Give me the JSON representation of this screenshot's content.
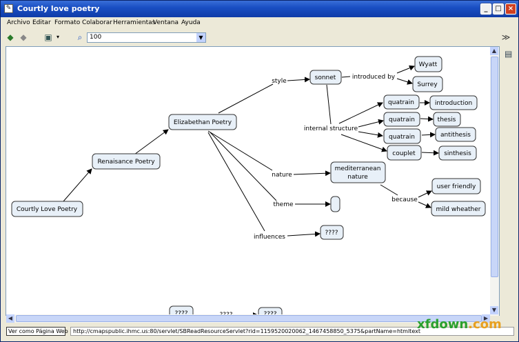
{
  "window": {
    "title": "Courtly love poetry",
    "min": "_",
    "max": "□",
    "close": "×"
  },
  "menu": [
    "Archivo",
    "Editar",
    "Formato",
    "Colaborar",
    "Herramientas",
    "Ventana",
    "Ayuda"
  ],
  "toolbar": {
    "zoom_value": "100"
  },
  "concepts": {
    "clp": "Courtly Love Poetry",
    "ren": "Renaisance Poetry",
    "eliz": "Elizabethan Poetry",
    "sonnet": "sonnet",
    "wyatt": "Wyatt",
    "surrey": "Surrey",
    "q1": "quatrain",
    "q2": "quatrain",
    "q3": "quatrain",
    "couplet": "couplet",
    "intro": "introduction",
    "thesis": "thesis",
    "anti": "antithesis",
    "sint": "sinthesis",
    "med1": "mediterranean",
    "med2": "nature",
    "user": "user friendly",
    "mild": "mild wheather",
    "empty": "",
    "q4": "????",
    "q5": "????",
    "q6": "????"
  },
  "links": {
    "style": "style",
    "intro_by": "introduced by",
    "internal": "internal structure",
    "nature": "nature",
    "theme": "theme",
    "influences": "influences",
    "because": "because",
    "q7": "????"
  },
  "status": {
    "web_button": "Ver como Página Web",
    "url": "http://cmapspublic.ihmc.us:80/servlet/SBReadResourceServlet?rid=1159520020062_1467458850_5375&partName=htmltext"
  },
  "watermark": {
    "a": "xfdown",
    "b": ".com"
  },
  "colors": {
    "title_bar": "#1a4fc4",
    "node_fill": "#e8f0f8",
    "node_border": "#333333"
  }
}
